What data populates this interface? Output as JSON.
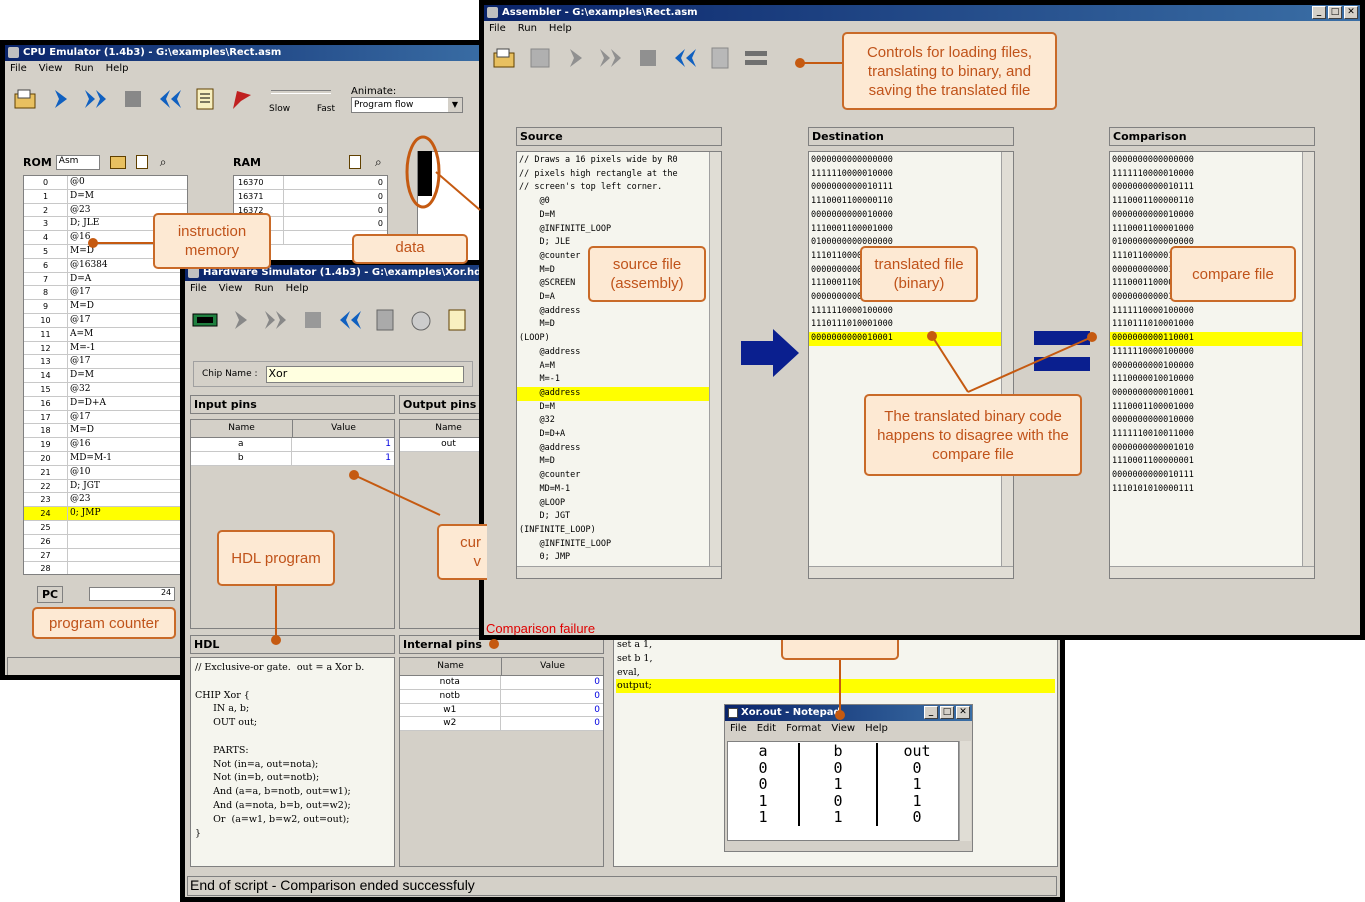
{
  "cpu": {
    "title": "CPU Emulator (1.4b3) - G:\\examples\\Rect.asm",
    "menu": [
      "File",
      "View",
      "Run",
      "Help"
    ],
    "animate_label": "Animate:",
    "animate_value": "Program flow",
    "slow": "Slow",
    "fast": "Fast",
    "rom_label": "ROM",
    "rom_format": "Asm",
    "ram_label": "RAM",
    "pc_label": "PC",
    "pc_value": "24",
    "rom_rows": [
      [
        "0",
        "@0"
      ],
      [
        "1",
        "D=M"
      ],
      [
        "2",
        "@23"
      ],
      [
        "3",
        "D; JLE"
      ],
      [
        "4",
        "@16"
      ],
      [
        "5",
        "M=D"
      ],
      [
        "6",
        "@16384"
      ],
      [
        "7",
        "D=A"
      ],
      [
        "8",
        "@17"
      ],
      [
        "9",
        "M=D"
      ],
      [
        "10",
        "@17"
      ],
      [
        "11",
        "A=M"
      ],
      [
        "12",
        "M=-1"
      ],
      [
        "13",
        "@17"
      ],
      [
        "14",
        "D=M"
      ],
      [
        "15",
        "@32"
      ],
      [
        "16",
        "D=D+A"
      ],
      [
        "17",
        "@17"
      ],
      [
        "18",
        "M=D"
      ],
      [
        "19",
        "@16"
      ],
      [
        "20",
        "MD=M-1"
      ],
      [
        "21",
        "@10"
      ],
      [
        "22",
        "D; JGT"
      ],
      [
        "23",
        "@23"
      ],
      [
        "24",
        "0; JMP"
      ],
      [
        "25",
        ""
      ],
      [
        "26",
        ""
      ],
      [
        "27",
        ""
      ],
      [
        "28",
        ""
      ]
    ],
    "ram_rows": [
      [
        "16370",
        "0"
      ],
      [
        "16371",
        "0"
      ],
      [
        "16372",
        "0"
      ],
      [
        "",
        "0"
      ],
      [
        "",
        "0"
      ]
    ]
  },
  "hw": {
    "title": "Hardware Simulator (1.4b3) - G:\\examples\\Xor.hdl",
    "menu": [
      "File",
      "View",
      "Run",
      "Help"
    ],
    "chip_name_label": "Chip Name :",
    "chip_name": "Xor",
    "input_pins_label": "Input pins",
    "output_pins_label": "Output pins",
    "name_col": "Name",
    "value_col": "Value",
    "input_pins": [
      [
        "a",
        "1"
      ],
      [
        "b",
        "1"
      ]
    ],
    "output_pins": [
      [
        "out",
        ""
      ]
    ],
    "hdl_label": "HDL",
    "hdl_lines": [
      "// Exclusive-or gate.  out = a Xor b.",
      "",
      "CHIP Xor {",
      "      IN a, b;",
      "      OUT out;",
      "",
      "      PARTS:",
      "      Not (in=a, out=nota);",
      "      Not (in=b, out=notb);",
      "      And (a=a, b=notb, out=w1);",
      "      And (a=nota, b=b, out=w2);",
      "      Or  (a=w1, b=w2, out=out);",
      "}"
    ],
    "internal_pins_label": "Internal pins",
    "internal_pins": [
      [
        "nota",
        "0"
      ],
      [
        "notb",
        "0"
      ],
      [
        "w1",
        "0"
      ],
      [
        "w2",
        "0"
      ]
    ],
    "script_lines": [
      "set a 1,",
      "set b 1,",
      "eval,",
      "output;"
    ],
    "status": "End of script - Comparison ended successfuly"
  },
  "asm": {
    "title": "Assembler - G:\\examples\\Rect.asm",
    "menu": [
      "File",
      "Run",
      "Help"
    ],
    "source_label": "Source",
    "dest_label": "Destination",
    "comp_label": "Comparison",
    "source_lines": [
      "// Draws a 16 pixels wide by R0",
      "// pixels high rectangle at the",
      "// screen's top left corner.",
      "    @0",
      "    D=M",
      "    @INFINITE_LOOP",
      "    D; JLE",
      "    @counter",
      "    M=D",
      "    @SCREEN",
      "    D=A",
      "    @address",
      "    M=D",
      "(LOOP)",
      "    @address",
      "    A=M",
      "    M=-1",
      "    @address",
      "    D=M",
      "    @32",
      "    D=D+A",
      "    @address",
      "    M=D",
      "    @counter",
      "    MD=M-1",
      "    @LOOP",
      "    D; JGT",
      "(INFINITE_LOOP)",
      "    @INFINITE_LOOP",
      "    0; JMP"
    ],
    "source_highlight": 17,
    "dest_lines": [
      "0000000000000000",
      "1111110000010000",
      "0000000000010111",
      "1110001100000110",
      "0000000000010000",
      "1110001100001000",
      "0100000000000000",
      "1110110000010000",
      "0000000000010001",
      "1110001100001000",
      "0000000000010001",
      "1111110000100000",
      "1110111010001000",
      "0000000000010001"
    ],
    "dest_highlight": 13,
    "comp_lines": [
      "0000000000000000",
      "1111110000010000",
      "0000000000010111",
      "1110001100000110",
      "0000000000010000",
      "1110001100001000",
      "0100000000000000",
      "1110110000010000",
      "0000000000010001",
      "1110001100001000",
      "0000000000010001",
      "1111110000100000",
      "1110111010001000",
      "0000000000110001",
      "1111110000100000",
      "0000000000100000",
      "1110000010010000",
      "0000000000010001",
      "1110001100001000",
      "0000000000010000",
      "1111110010011000",
      "0000000000001010",
      "1110001100000001",
      "0000000000010111",
      "1110101010000111"
    ],
    "comp_highlight": 13,
    "status": "Comparison failure"
  },
  "notepad": {
    "title": "Xor.out - Notepad",
    "menu": [
      "File",
      "Edit",
      "Format",
      "View",
      "Help"
    ],
    "header": [
      "a",
      "b",
      "out"
    ],
    "rows": [
      [
        "0",
        "0",
        "0"
      ],
      [
        "0",
        "1",
        "1"
      ],
      [
        "1",
        "0",
        "1"
      ],
      [
        "1",
        "1",
        "0"
      ]
    ]
  },
  "callouts": {
    "controls": "Controls for loading files, translating to binary, and saving the translated file",
    "source": "source file (assembly)",
    "translated": "translated file (binary)",
    "compare": "compare file",
    "disagree": "The translated binary code happens to disagree with the compare file",
    "instruction_memory": "instruction memory",
    "data": "data",
    "program_counter": "program counter",
    "hdl_program": "HDL program",
    "current": "cur",
    "current2": "v"
  },
  "colors": {
    "accent": "#c55a11",
    "callout_bg": "#fde9d3",
    "highlight": "#ffff00",
    "title_bar": "#0a246a"
  }
}
